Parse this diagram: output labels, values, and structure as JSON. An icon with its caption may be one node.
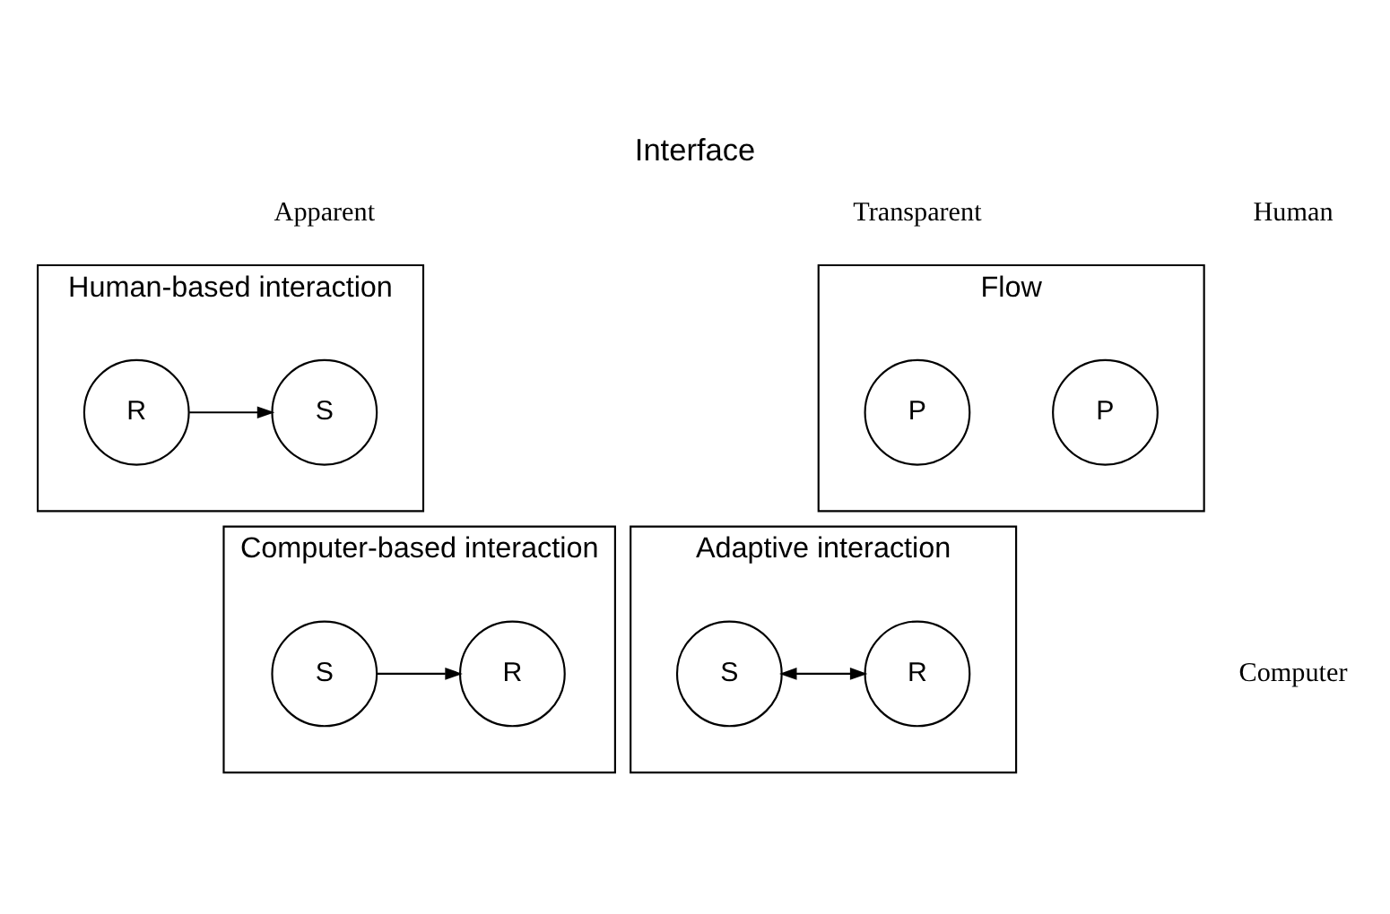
{
  "diagram": {
    "title": "Interface",
    "nodes": [
      {
        "text": [
          "Human-based interaction"
        ]
      },
      {
        "text": [
          "S"
        ],
        "in": 0
      },
      {
        "text": [
          "R"
        ],
        "in": 0
      },
      {
        "text": [
          "Flow"
        ]
      },
      {
        "text": [
          "P"
        ],
        "in": 3
      },
      {
        "text": [
          "P"
        ],
        "in": 3
      },
      {
        "text": [
          "Computer-based interaction"
        ]
      },
      {
        "text": [
          "S"
        ],
        "in": 6
      },
      {
        "text": [
          "R"
        ],
        "in": 6
      },
      {
        "text": [
          "Adaptive interaction"
        ]
      },
      {
        "text": [
          "S"
        ],
        "in": 9
      },
      {
        "text": [
          "R"
        ],
        "in": 9
      }
    ],
    "edges": [
      {
        "from": 2,
        "to": 1,
        "arrow": "to"
      },
      {
        "from": 7,
        "to": 8,
        "arrow": "to"
      },
      {
        "from": 10,
        "to": 11,
        "arrow": "both"
      }
    ],
    "labels": [
      "Apparent",
      "Transparent",
      "Human",
      "Computer"
    ]
  }
}
